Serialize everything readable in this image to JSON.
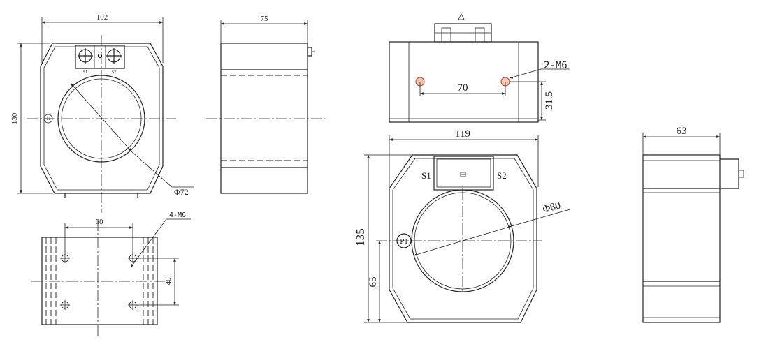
{
  "drawing": {
    "ct_small_front": {
      "width_dim": "102",
      "height_dim": "130",
      "diameter": "Φ72",
      "terminal_s1": "S1",
      "terminal_s2": "S2",
      "p1": "P1"
    },
    "ct_small_side": {
      "depth_dim": "75"
    },
    "ct_small_bottom": {
      "hole_spacing_x": "60",
      "hole_spacing_y": "40",
      "holes": "4-M6"
    },
    "ct_large_top": {
      "holes": "2-M6",
      "hole_spacing": "70",
      "hole_offset": "31.5"
    },
    "ct_large_front": {
      "width_dim": "119",
      "height_dim": "135",
      "center_height": "65",
      "diameter": "Φ80",
      "terminal_s1": "S1",
      "terminal_s2": "S2",
      "p1": "P1"
    },
    "ct_large_side": {
      "depth_dim": "63"
    }
  },
  "colors": {
    "line": "#222222",
    "hole_fill": "#f4c7b0",
    "background": "#ffffff"
  }
}
